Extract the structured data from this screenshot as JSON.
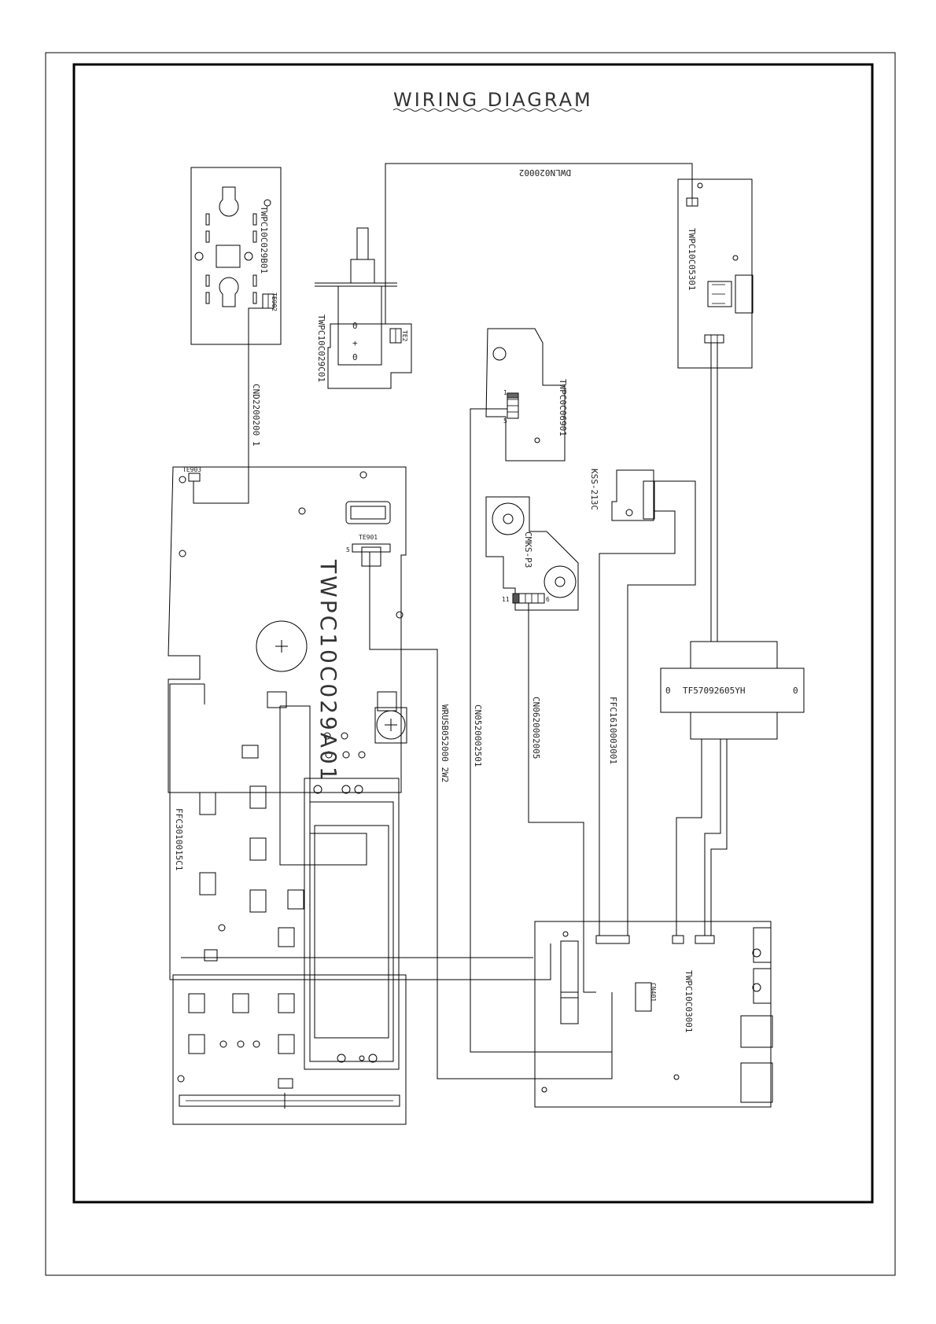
{
  "title": "WIRING DIAGRAM",
  "boards": {
    "board_29b01": "TWPC10C029B01",
    "board_29c01": "TWPC10C029C01",
    "board_0530": "TWPC10C05301",
    "board_069": "TWPC0C06901",
    "board_main_29a01": "TWPC10C029A01",
    "board_3001": "TWPC10C03001"
  },
  "modules": {
    "pickup": "KSS-213C",
    "mech": "CMKS-P3",
    "transformer": "TF57092605YH"
  },
  "cables": {
    "cnd2": "CND2200200 1",
    "dwln": "DWLN020002",
    "ffc301": "FFC3010015C1",
    "wrusb": "WRUSB052000 2W2",
    "cn052": "CN0520002501",
    "cn0620": "CN0620002005",
    "ffc161": "FFC1610003001"
  },
  "connectors": {
    "te902": "TE902",
    "te903": "TE903",
    "te901": "TE901",
    "te2": "TE2",
    "cn401": "CN401"
  },
  "pins": {
    "p5": "5",
    "p1": "1",
    "p6": "6",
    "p11": "11"
  }
}
